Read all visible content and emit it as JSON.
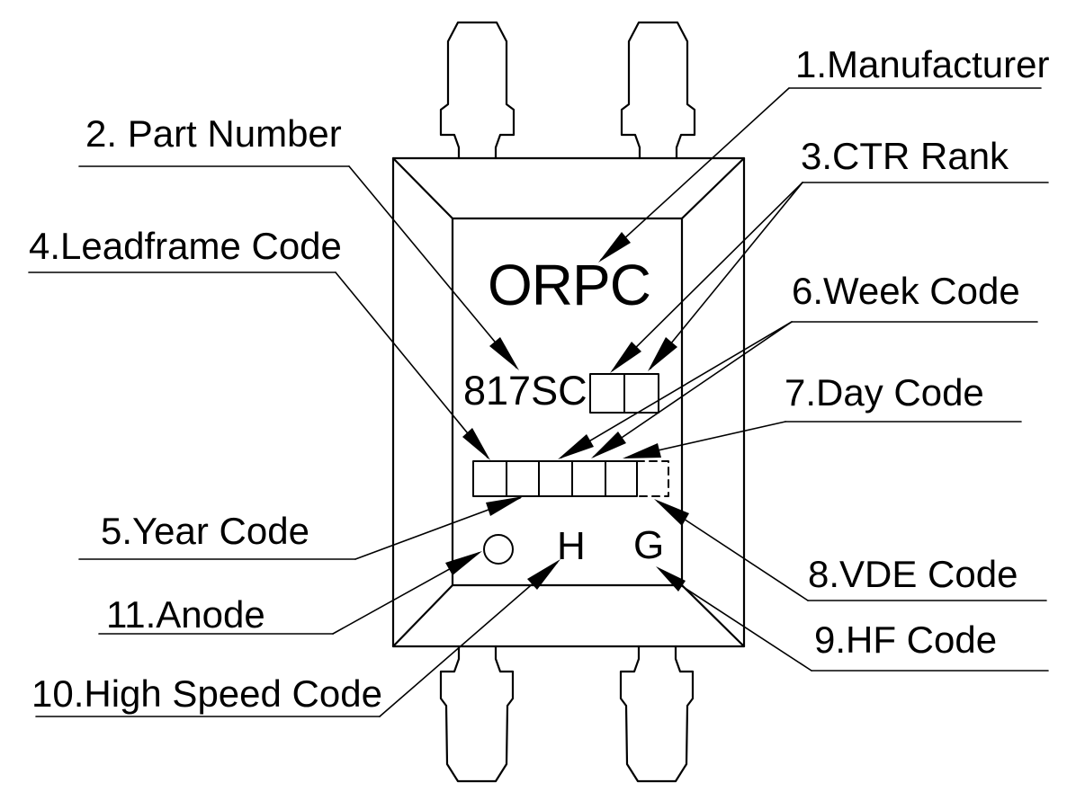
{
  "figure": {
    "description": "optocoupler package marking diagram",
    "markings": {
      "logo": "ORPC",
      "part_number": "817SC",
      "high_speed": "H",
      "hf": "G"
    },
    "callouts": {
      "manufacturer": "1.Manufacturer",
      "part_number": "2. Part Number",
      "ctr_rank": "3.CTR Rank",
      "leadframe_code": "4.Leadframe Code",
      "year_code": "5.Year Code",
      "week_code": "6.Week Code",
      "day_code": "7.Day Code",
      "vde_code": "8.VDE Code",
      "hf_code": "9.HF Code",
      "high_speed_code": "10.High Speed Code",
      "anode": "11.Anode"
    },
    "colors": {
      "line": "#000000",
      "background": "#ffffff"
    },
    "counts": {
      "date_code_cells": 6,
      "ctr_rank_cells": 2,
      "pins": 4
    }
  }
}
